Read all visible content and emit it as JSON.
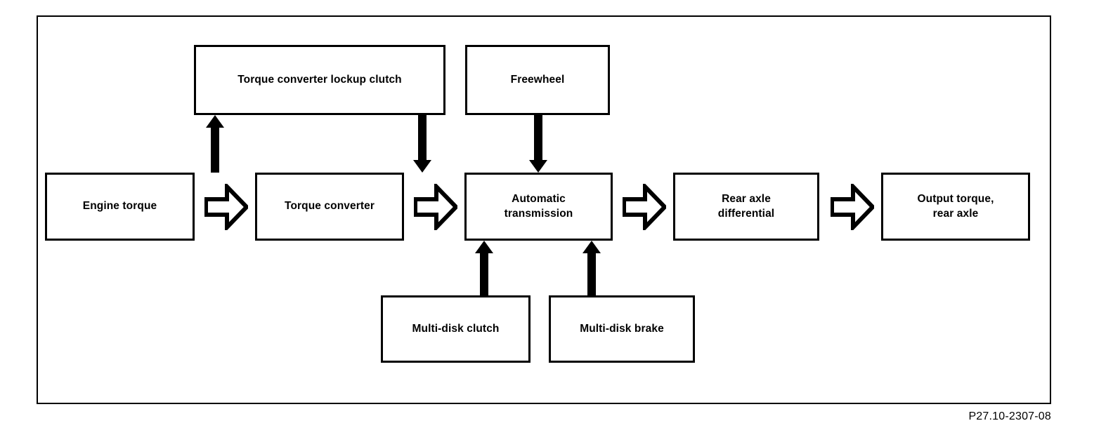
{
  "diagram": {
    "reference_code": "P27.10-2307-08",
    "colors": {
      "line": "#000000",
      "box_fill": "#ffffff",
      "background": "#ffffff"
    },
    "nodes": {
      "torque_converter_lockup_clutch": "Torque converter lockup clutch",
      "freewheel": "Freewheel",
      "engine_torque": "Engine torque",
      "torque_converter": "Torque converter",
      "automatic_transmission": "Automatic\ntransmission",
      "rear_axle_differential": "Rear axle\ndifferential",
      "output_torque_rear_axle": "Output torque,\nrear axle",
      "multi_disk_clutch": "Multi-disk clutch",
      "multi_disk_brake": "Multi-disk brake"
    },
    "connectors": [
      {
        "name": "torque-converter-to-lockup-clutch",
        "type": "solid-arrow",
        "direction": "up"
      },
      {
        "name": "lockup-clutch-to-automatic-transmission",
        "type": "solid-arrow",
        "direction": "down"
      },
      {
        "name": "freewheel-to-automatic-transmission",
        "type": "solid-arrow",
        "direction": "down"
      },
      {
        "name": "multi-disk-clutch-to-automatic-transmission",
        "type": "solid-arrow",
        "direction": "up"
      },
      {
        "name": "multi-disk-brake-to-automatic-transmission",
        "type": "solid-arrow",
        "direction": "up"
      },
      {
        "name": "engine-torque-to-torque-converter",
        "type": "block-arrow",
        "direction": "right"
      },
      {
        "name": "torque-converter-to-automatic-transmission",
        "type": "block-arrow",
        "direction": "right"
      },
      {
        "name": "automatic-transmission-to-rear-axle-differential",
        "type": "block-arrow",
        "direction": "right"
      },
      {
        "name": "rear-axle-differential-to-output-torque",
        "type": "block-arrow",
        "direction": "right"
      }
    ]
  }
}
